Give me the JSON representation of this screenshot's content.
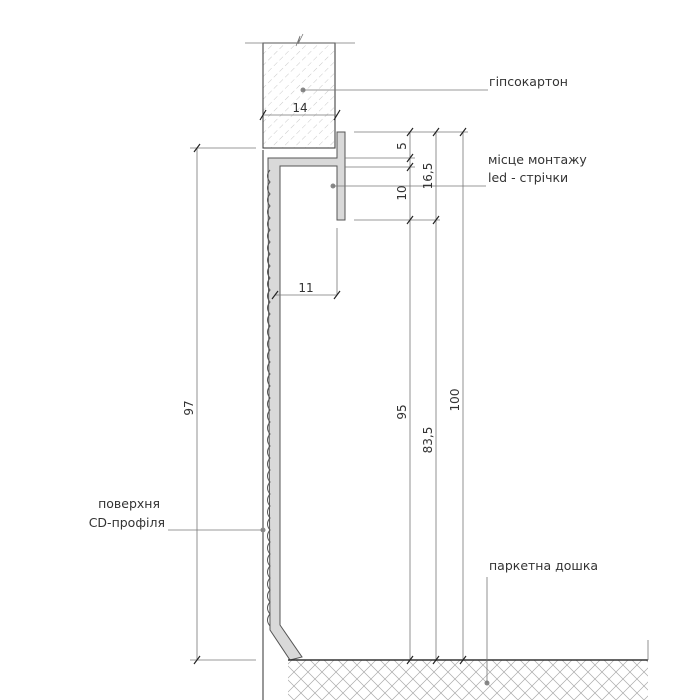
{
  "labels": {
    "drywall": "гіпсокартон",
    "led_mount_line1": "місце монтажу",
    "led_mount_line2": "led - стрічки",
    "cd_profile_line1": "поверхня",
    "cd_profile_line2": "CD-профіля",
    "parquet": "паркетна дошка"
  },
  "dimensions": {
    "drywall_thickness": "14",
    "flange_top": "5",
    "flange_height": "10",
    "flange_total": "16,5",
    "profile_depth": "11",
    "profile_height": "97",
    "height_95": "95",
    "height_83_5": "83,5",
    "height_100": "100"
  },
  "colors": {
    "profile_fill": "#d9d9d9",
    "line": "#444444"
  }
}
